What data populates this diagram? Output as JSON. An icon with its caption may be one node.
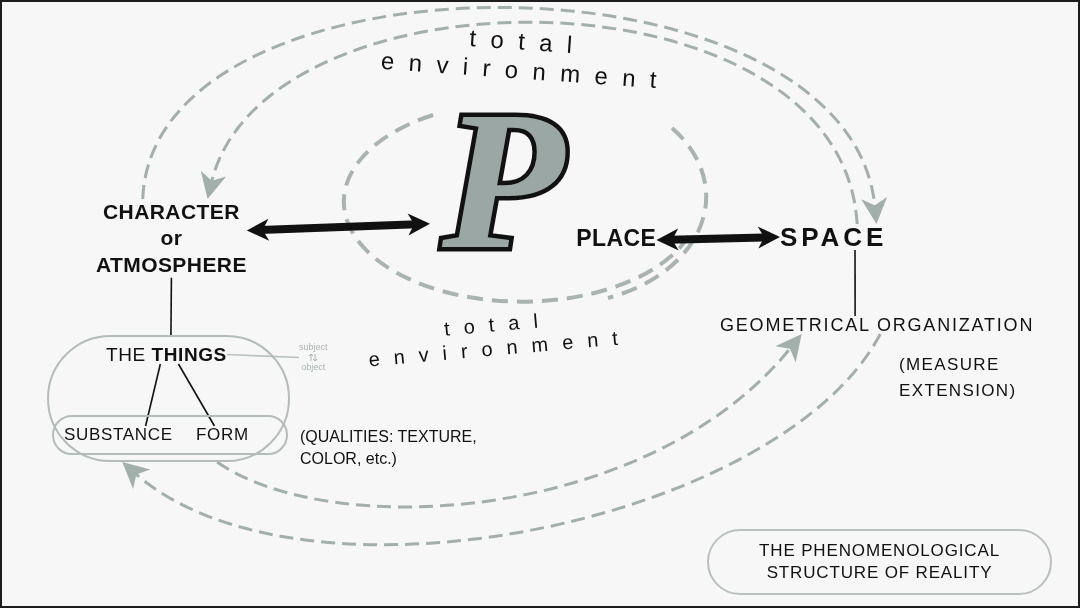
{
  "diagram": {
    "title": "THE PHENOMENOLOGICAL STRUCTURE OF REALITY",
    "nodes": [
      {
        "text": [
          "CHARACTER or ATMOSPHERE"
        ]
      },
      {
        "text": [
          "P",
          "PLACE"
        ]
      },
      {
        "text": [
          "SPACE"
        ]
      },
      {
        "text": [],
        "shape": "oval"
      },
      {
        "text": [
          "THE **THINGS**"
        ],
        "in": 3
      },
      {
        "text": [],
        "shape": "oval",
        "in": 3
      },
      {
        "text": [
          "SUBSTANCE"
        ],
        "in": 5
      },
      {
        "text": [
          "FORM"
        ],
        "in": 5
      },
      {
        "text": [
          "subject",
          "object"
        ]
      },
      {
        "text": [
          "GEOMETRICAL ORGANIZATION"
        ],
        "beside": [
          "(MEASURE EXTENSION)"
        ]
      }
    ],
    "edges": [
      {
        "from": 0,
        "to": 1,
        "arrow": "both",
        "style": "thick"
      },
      {
        "from": 1,
        "to": 2,
        "arrow": "both",
        "style": "thick"
      },
      {
        "from": 0,
        "to": 3,
        "arrow": "none"
      },
      {
        "from": 4,
        "to": 6,
        "arrow": "none"
      },
      {
        "from": 4,
        "to": 7,
        "arrow": "none"
      },
      {
        "from": 4,
        "to": 8,
        "arrow": "none",
        "color": "#b9c1be"
      },
      {
        "from": 2,
        "to": 9,
        "arrow": "none"
      },
      {
        "from": 2,
        "to": 0,
        "arrow": "to",
        "style": "dashed",
        "color": "#a3afab"
      },
      {
        "from": 0,
        "to": 2,
        "arrow": "to",
        "style": "dashed",
        "color": "#a3afab"
      },
      {
        "from": 9,
        "to": 3,
        "arrow": "to",
        "style": "dashed",
        "color": "#a3afab"
      },
      {
        "from": 3,
        "to": 9,
        "arrow": "to",
        "style": "dashed",
        "color": "#a3afab"
      }
    ],
    "labels": [
      "total environment",
      "total environment",
      "(QUALITIES: TEXTURE, COLOR, etc.)"
    ]
  }
}
